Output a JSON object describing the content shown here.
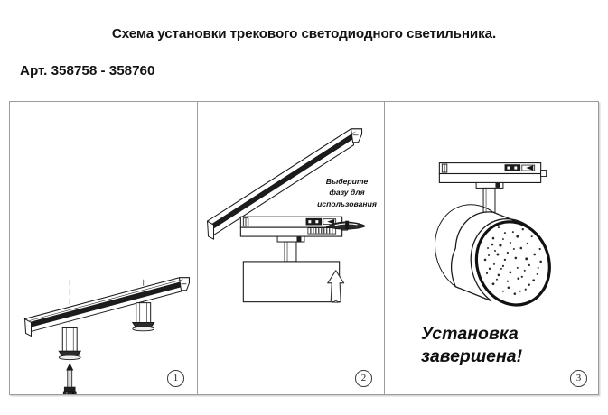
{
  "header": {
    "title": "Схема установки трекового светодиодного светильника.",
    "article": "Арт. 358758 - 358760"
  },
  "panels": [
    {
      "step": "1",
      "name": "mount-track-rail",
      "callout": "",
      "icons": [
        "track-rail-icon",
        "mounting-screw-icon",
        "screwdriver-icon",
        "dashed-axis-line"
      ]
    },
    {
      "step": "2",
      "name": "attach-luminaire-to-track",
      "callout": "Выберите\nфазу для\nиспользования",
      "callout_line1": "Выберите",
      "callout_line2": "фазу для",
      "callout_line3": "использования",
      "icons": [
        "track-rail-icon",
        "track-adapter-icon",
        "luminaire-body-icon",
        "flat-screwdriver-icon",
        "up-arrow-icon"
      ]
    },
    {
      "step": "3",
      "name": "installation-complete",
      "callout_line1": "Установка",
      "callout_line2": "завершена!",
      "icons": [
        "track-adapter-icon",
        "spotlight-head-icon"
      ]
    }
  ],
  "colors": {
    "ink": "#101010",
    "frame_border": "#9b9b9b",
    "frame_shadow": "#d7d7d7",
    "rail_dark": "#1c1c1c",
    "rail_light": "#ffffff"
  }
}
